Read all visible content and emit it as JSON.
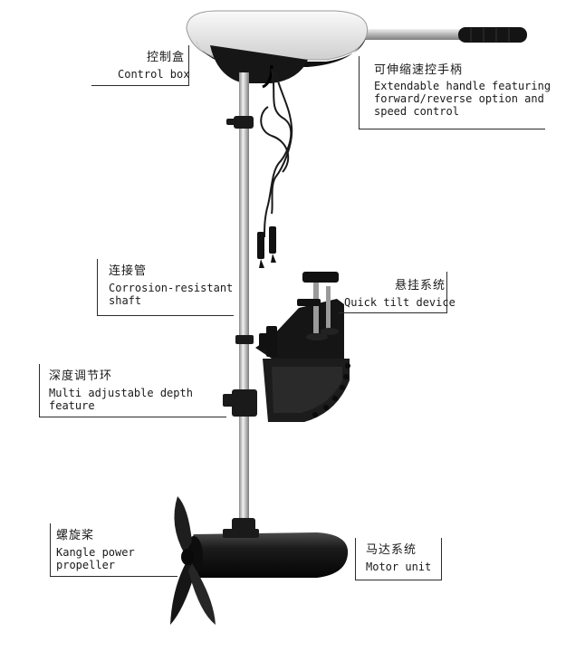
{
  "callouts": {
    "control_box": {
      "zh": "控制盒",
      "en": "Control box"
    },
    "handle": {
      "zh": "可伸缩速控手柄",
      "en": "Extendable handle featuring\nforward/reverse option and\nspeed control"
    },
    "shaft": {
      "zh": "连接管",
      "en": "Corrosion-resistant\nshaft"
    },
    "tilt": {
      "zh": "悬挂系统",
      "en": "Quick tilt device"
    },
    "depth": {
      "zh": "深度调节环",
      "en": "Multi adjustable depth\nfeature"
    },
    "propeller": {
      "zh": "螺旋桨",
      "en": "Kangle power\npropeller"
    },
    "motor": {
      "zh": "马达系统",
      "en": "Motor unit"
    }
  },
  "colors": {
    "body_black": "#151515",
    "shaft_silver": "#c8c8c8",
    "lid_white": "#eeeeee",
    "line": "#2b2b2b"
  }
}
